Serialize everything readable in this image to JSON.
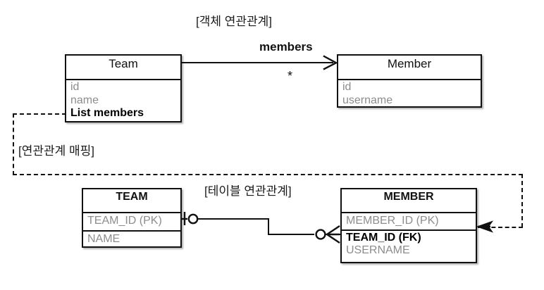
{
  "diagram": {
    "object_section": {
      "title": "[객체 연관관계]",
      "team_entity": {
        "name": "Team",
        "fields": [
          {
            "label": "id",
            "emphasis": false
          },
          {
            "label": "name",
            "emphasis": false
          },
          {
            "label": "List members",
            "emphasis": true
          }
        ]
      },
      "member_entity": {
        "name": "Member",
        "fields": [
          {
            "label": "id",
            "emphasis": false
          },
          {
            "label": "username",
            "emphasis": false
          }
        ]
      },
      "association": {
        "label": "members",
        "multiplicity": "*"
      }
    },
    "mapping_section": {
      "title": "[연관관계 매핑]"
    },
    "table_section": {
      "title": "[테이블 연관관계]",
      "team_table": {
        "name": "TEAM",
        "columns": [
          {
            "label": "TEAM_ID (PK)",
            "emphasis": false
          },
          {
            "label": "NAME",
            "emphasis": false
          }
        ]
      },
      "member_table": {
        "name": "MEMBER",
        "columns": [
          {
            "label": "MEMBER_ID (PK)",
            "emphasis": false
          },
          {
            "label": "TEAM_ID (FK)",
            "emphasis": true
          },
          {
            "label": "USERNAME",
            "emphasis": false
          }
        ]
      }
    },
    "colors": {
      "stroke": "#111111",
      "muted_text": "#8d8d8d",
      "emphasis_text": "#000000",
      "background": "#ffffff"
    }
  }
}
